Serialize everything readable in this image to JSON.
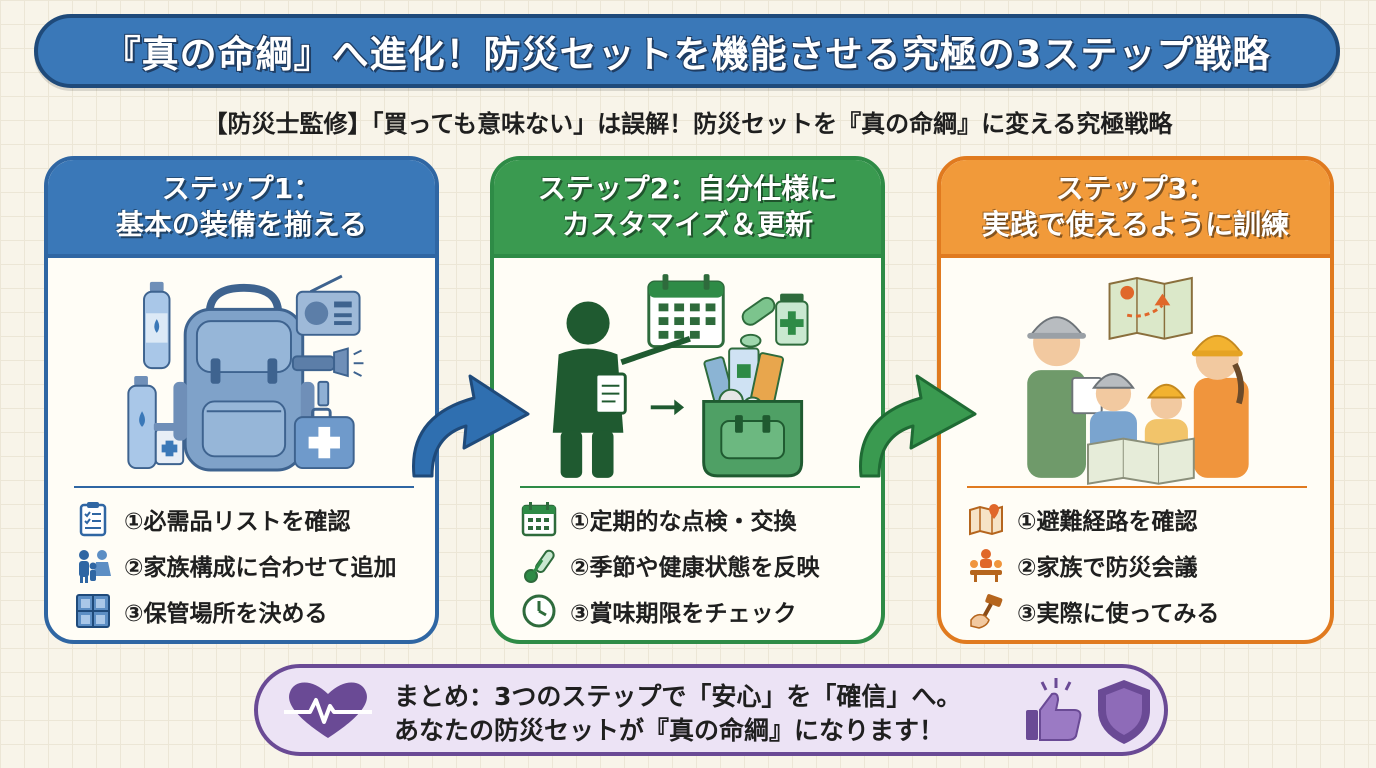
{
  "title": "『真の命綱』へ進化！防災セットを機能させる究極の3ステップ戦略",
  "subtitle": "【防災士監修】「買っても意味ない」は誤解！防災セットを『真の命綱』に変える究極戦略",
  "steps": [
    {
      "title_line1": "ステップ1：",
      "title_line2": "基本の装備を揃える",
      "color": "#3a78b8",
      "items": [
        {
          "label": "①必需品リストを確認",
          "icon": "checklist-icon"
        },
        {
          "label": "②家族構成に合わせて追加",
          "icon": "family-icon"
        },
        {
          "label": "③保管場所を決める",
          "icon": "storage-cabinet-icon"
        }
      ]
    },
    {
      "title_line1": "ステップ2：自分仕様に",
      "title_line2": "カスタマイズ＆更新",
      "color": "#3a9a50",
      "items": [
        {
          "label": "①定期的な点検・交換",
          "icon": "calendar-icon"
        },
        {
          "label": "②季節や健康状態を反映",
          "icon": "thermometer-icon"
        },
        {
          "label": "③賞味期限をチェック",
          "icon": "clock-icon"
        }
      ]
    },
    {
      "title_line1": "ステップ3：",
      "title_line2": "実践で使えるように訓練",
      "color": "#f19a3a",
      "items": [
        {
          "label": "①避難経路を確認",
          "icon": "map-icon"
        },
        {
          "label": "②家族で防災会議",
          "icon": "meeting-icon"
        },
        {
          "label": "③実際に使ってみる",
          "icon": "hammer-hand-icon"
        }
      ]
    }
  ],
  "summary": {
    "line1": "まとめ：3つのステップで「安心」を「確信」へ。",
    "line2": "あなたの防災セットが『真の命綱』になります！"
  }
}
